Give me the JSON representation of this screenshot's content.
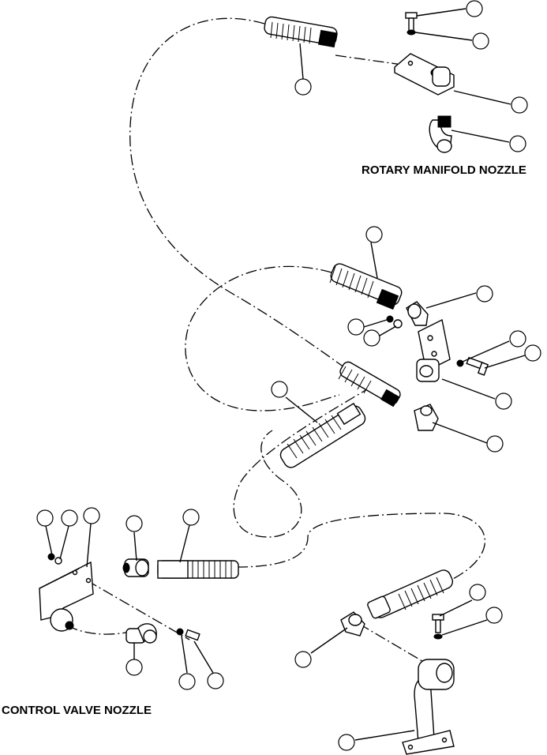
{
  "labels": {
    "rotary": "ROTARY MANIFOLD NOZZLE",
    "control": "CONTROL VALVE NOZZLE"
  },
  "callout_count": 26
}
